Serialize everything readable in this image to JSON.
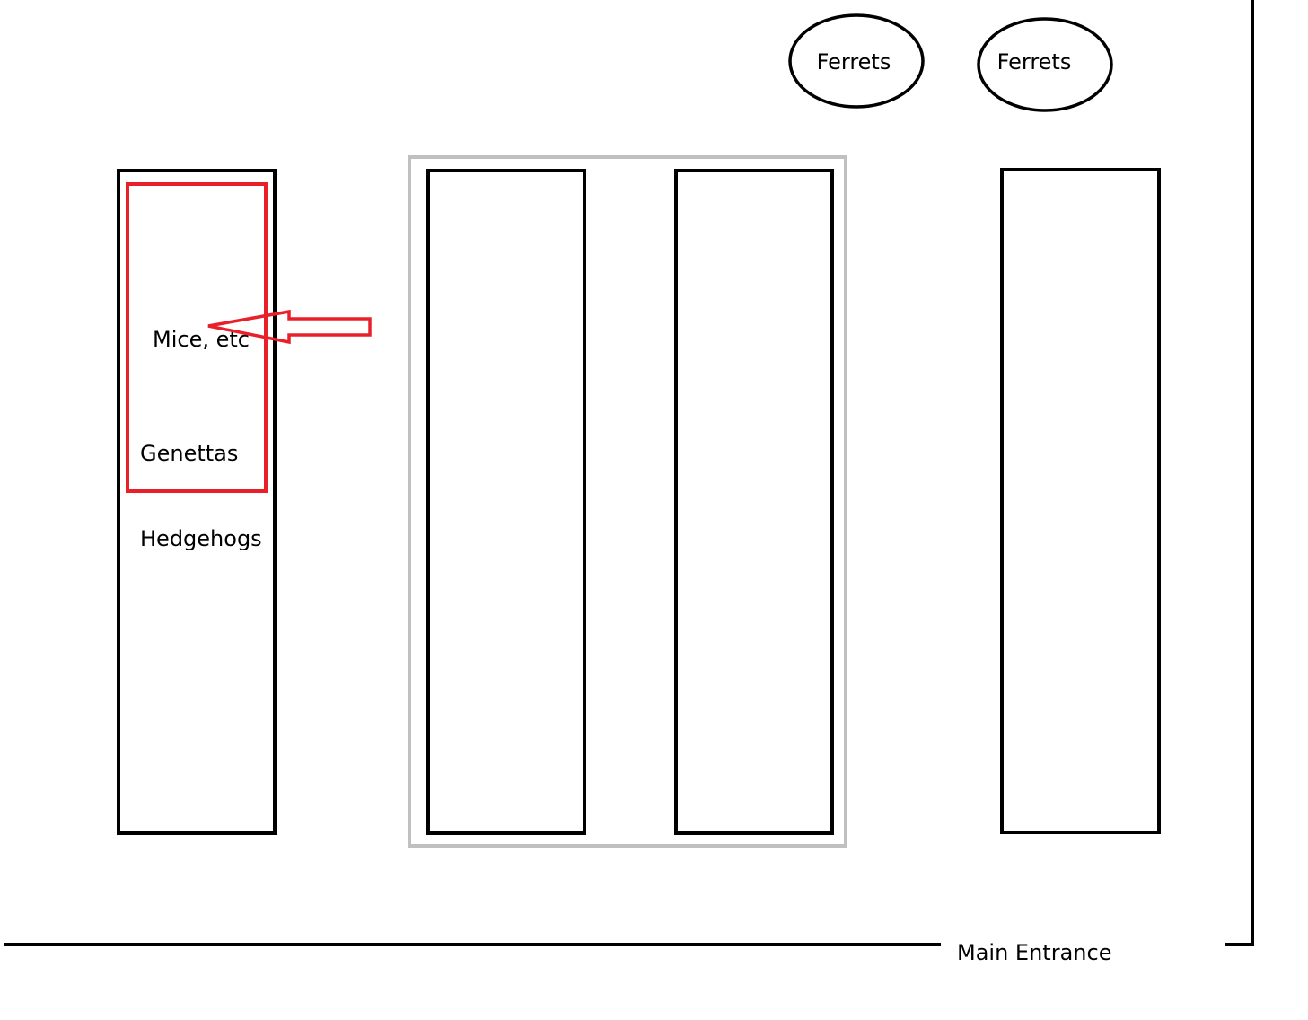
{
  "labels": {
    "ferrets_left": "Ferrets",
    "ferrets_right": "Ferrets",
    "mice": "Mice, etc",
    "genettas": "Genettas",
    "hedgehogs": "Hedgehogs",
    "main_entrance": "Main Entrance"
  },
  "colors": {
    "outline": "#000000",
    "highlight": "#e8202a",
    "group_frame": "#c0c0c0",
    "background": "#ffffff"
  }
}
